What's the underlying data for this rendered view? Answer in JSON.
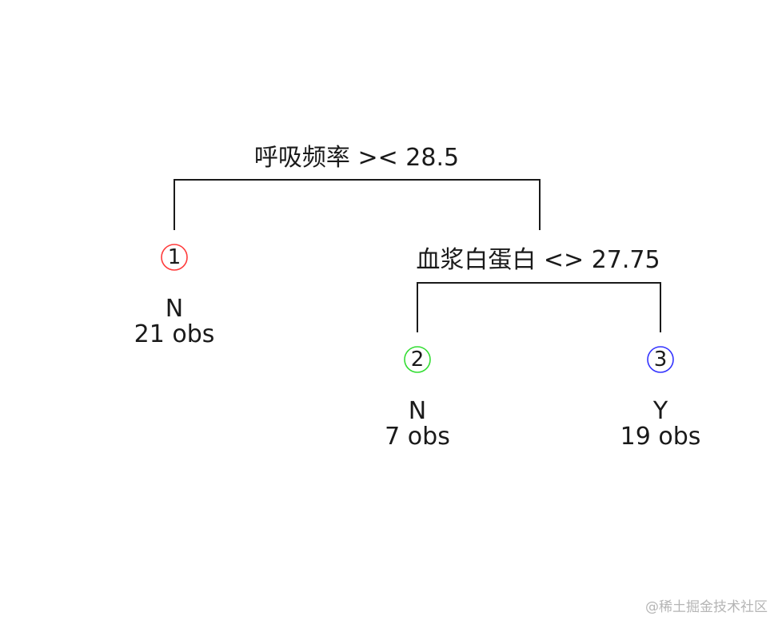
{
  "tree": {
    "splits": [
      {
        "label": "呼吸频率 >< 28.5"
      },
      {
        "label": "血浆白蛋白 <> 27.75"
      }
    ],
    "leaves": [
      {
        "id": "1",
        "class": "N",
        "obs": "21 obs",
        "ring_color": "#ff3b3b"
      },
      {
        "id": "2",
        "class": "N",
        "obs": "7 obs",
        "ring_color": "#33dd33"
      },
      {
        "id": "3",
        "class": "Y",
        "obs": "19 obs",
        "ring_color": "#3333ff"
      }
    ]
  },
  "watermark": "@稀土掘金技术社区"
}
